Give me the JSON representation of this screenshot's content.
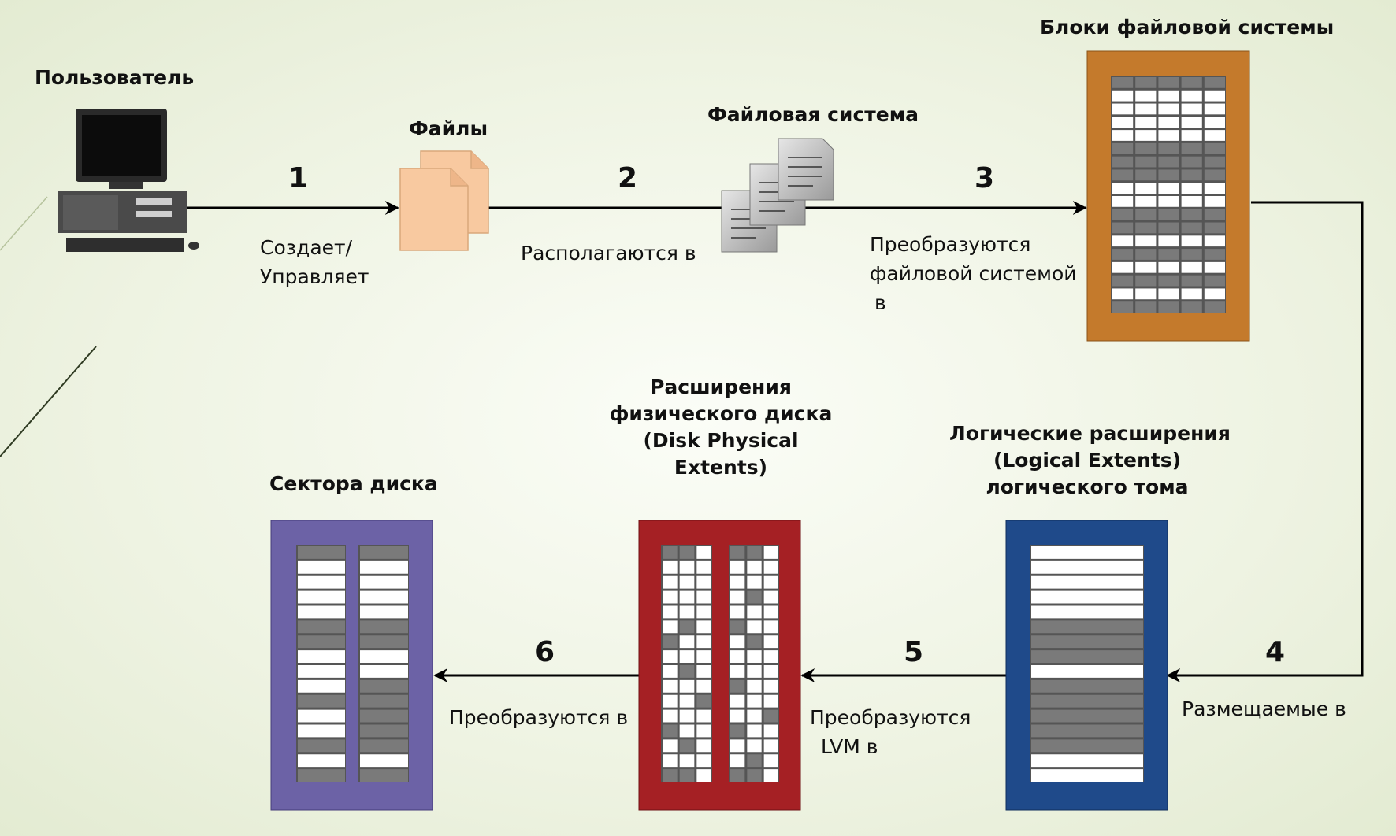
{
  "nodes": {
    "user": "Пользователь",
    "files": "Файлы",
    "filesystem": "Файловая система",
    "fs_blocks": "Блоки файловой системы",
    "logical_extents": [
      "Логические расширения",
      "(Logical Extents)",
      "логического тома"
    ],
    "physical_extents": [
      "Расширения",
      "физического диска",
      "(Disk Physical",
      "Extents)"
    ],
    "disk_sectors": "Сектора диска"
  },
  "steps": [
    {
      "number": "1",
      "caption": [
        "Создает/",
        "Управляет"
      ]
    },
    {
      "number": "2",
      "caption": [
        "Располагаются в"
      ]
    },
    {
      "number": "3",
      "caption": [
        "Преобразуются",
        "файловой системой",
        "в"
      ]
    },
    {
      "number": "4",
      "caption": [
        "Размещаемые в"
      ]
    },
    {
      "number": "5",
      "caption": [
        "Преобразуются",
        "LVM в"
      ]
    },
    {
      "number": "6",
      "caption": [
        "Преобразуются в"
      ]
    }
  ],
  "colors": {
    "fs_blocks_frame": "#c47a2c",
    "logical_extents_frame": "#1f4a8a",
    "physical_extents_frame": "#a52024",
    "disk_sectors_frame": "#6c62a6",
    "block_filled": "#7a7a7a",
    "block_empty": "#ffffff",
    "files_icon": "#f8c9a0"
  }
}
